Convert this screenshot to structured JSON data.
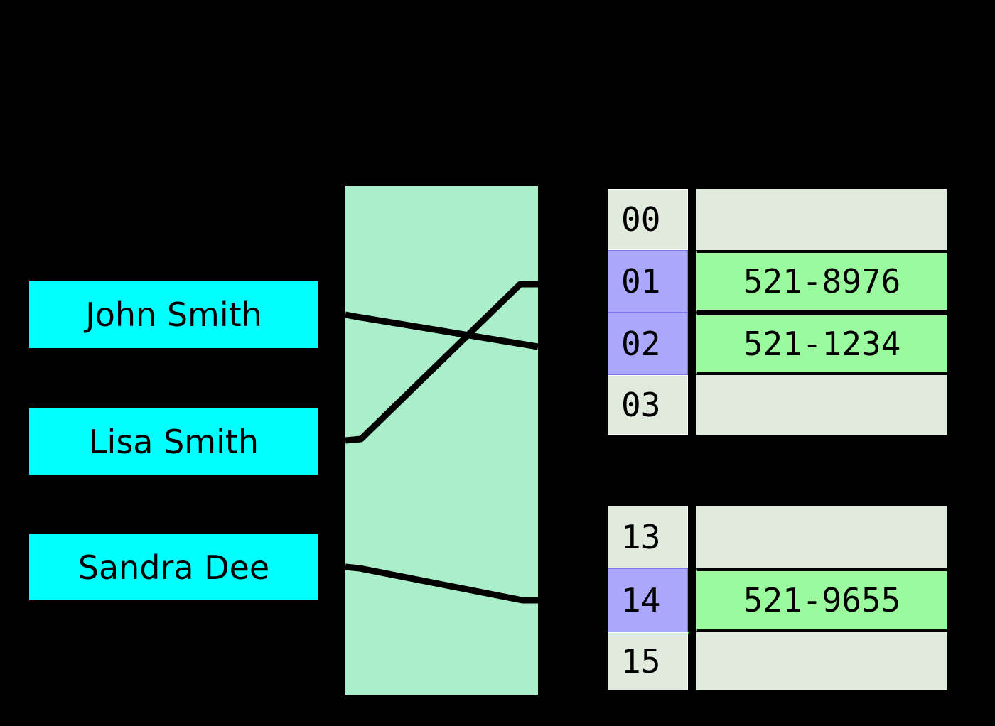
{
  "diagram": {
    "title": "hash-table-mapping",
    "background_color": "#000000"
  },
  "keys": {
    "box_color": "#00FFFF",
    "items": [
      {
        "label": "John Smith"
      },
      {
        "label": "Lisa Smith"
      },
      {
        "label": "Sandra Dee"
      }
    ]
  },
  "hash_function": {
    "box_color": "#ABEECA",
    "label": ""
  },
  "mapping": {
    "line_color": "#000000",
    "edges": [
      {
        "from": "John Smith",
        "to": "02"
      },
      {
        "from": "Lisa Smith",
        "to": "01"
      },
      {
        "from": "Sandra Dee",
        "to": "14"
      }
    ]
  },
  "tables": {
    "index_empty_color": "#E0EBDE",
    "index_filled_color": "#ABA8FB",
    "value_empty_color": "#E0EBDE",
    "value_filled_color": "#9BFA9E",
    "upper": {
      "rows": [
        {
          "index": "00",
          "value": "",
          "filled": false
        },
        {
          "index": "01",
          "value": "521-8976",
          "filled": true
        },
        {
          "index": "02",
          "value": "521-1234",
          "filled": true
        },
        {
          "index": "03",
          "value": "",
          "filled": false
        }
      ]
    },
    "lower": {
      "rows": [
        {
          "index": "13",
          "value": "",
          "filled": false
        },
        {
          "index": "14",
          "value": "521-9655",
          "filled": true
        },
        {
          "index": "15",
          "value": "",
          "filled": false
        }
      ]
    }
  }
}
